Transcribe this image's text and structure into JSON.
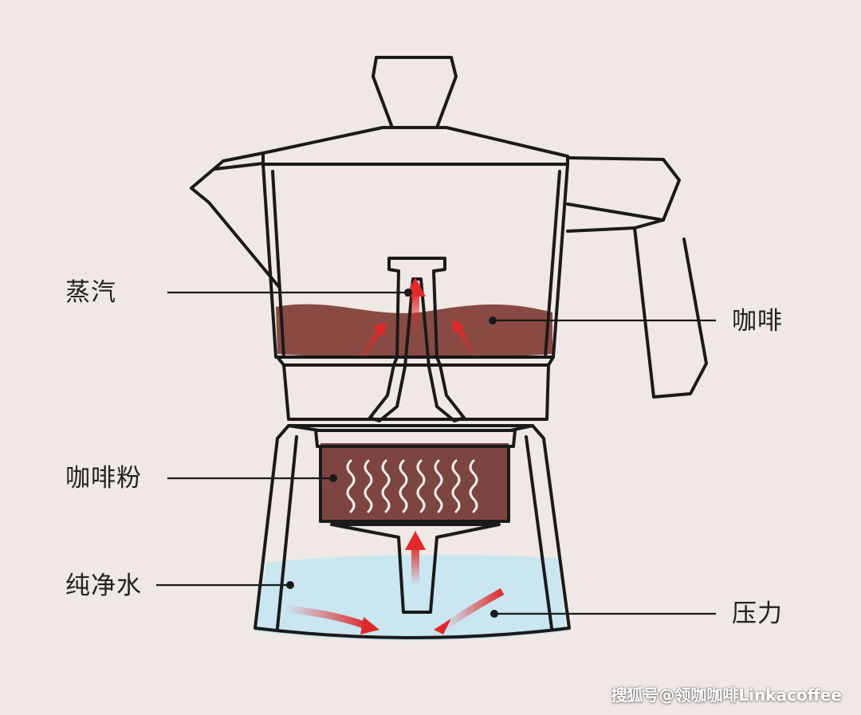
{
  "labels": {
    "steam": "蒸汽",
    "coffee": "咖啡",
    "coffee_grounds": "咖啡粉",
    "pure_water": "纯净水",
    "pressure": "压力"
  },
  "watermark": "搜狐号@领咖咖啡Linkacoffee",
  "colors": {
    "background": "#efe8e5",
    "outline": "#1a1a1a",
    "coffee": "#8a4a44",
    "grounds": "#7d4542",
    "water": "#c9e6f1",
    "arrow": "#e02a2a"
  }
}
